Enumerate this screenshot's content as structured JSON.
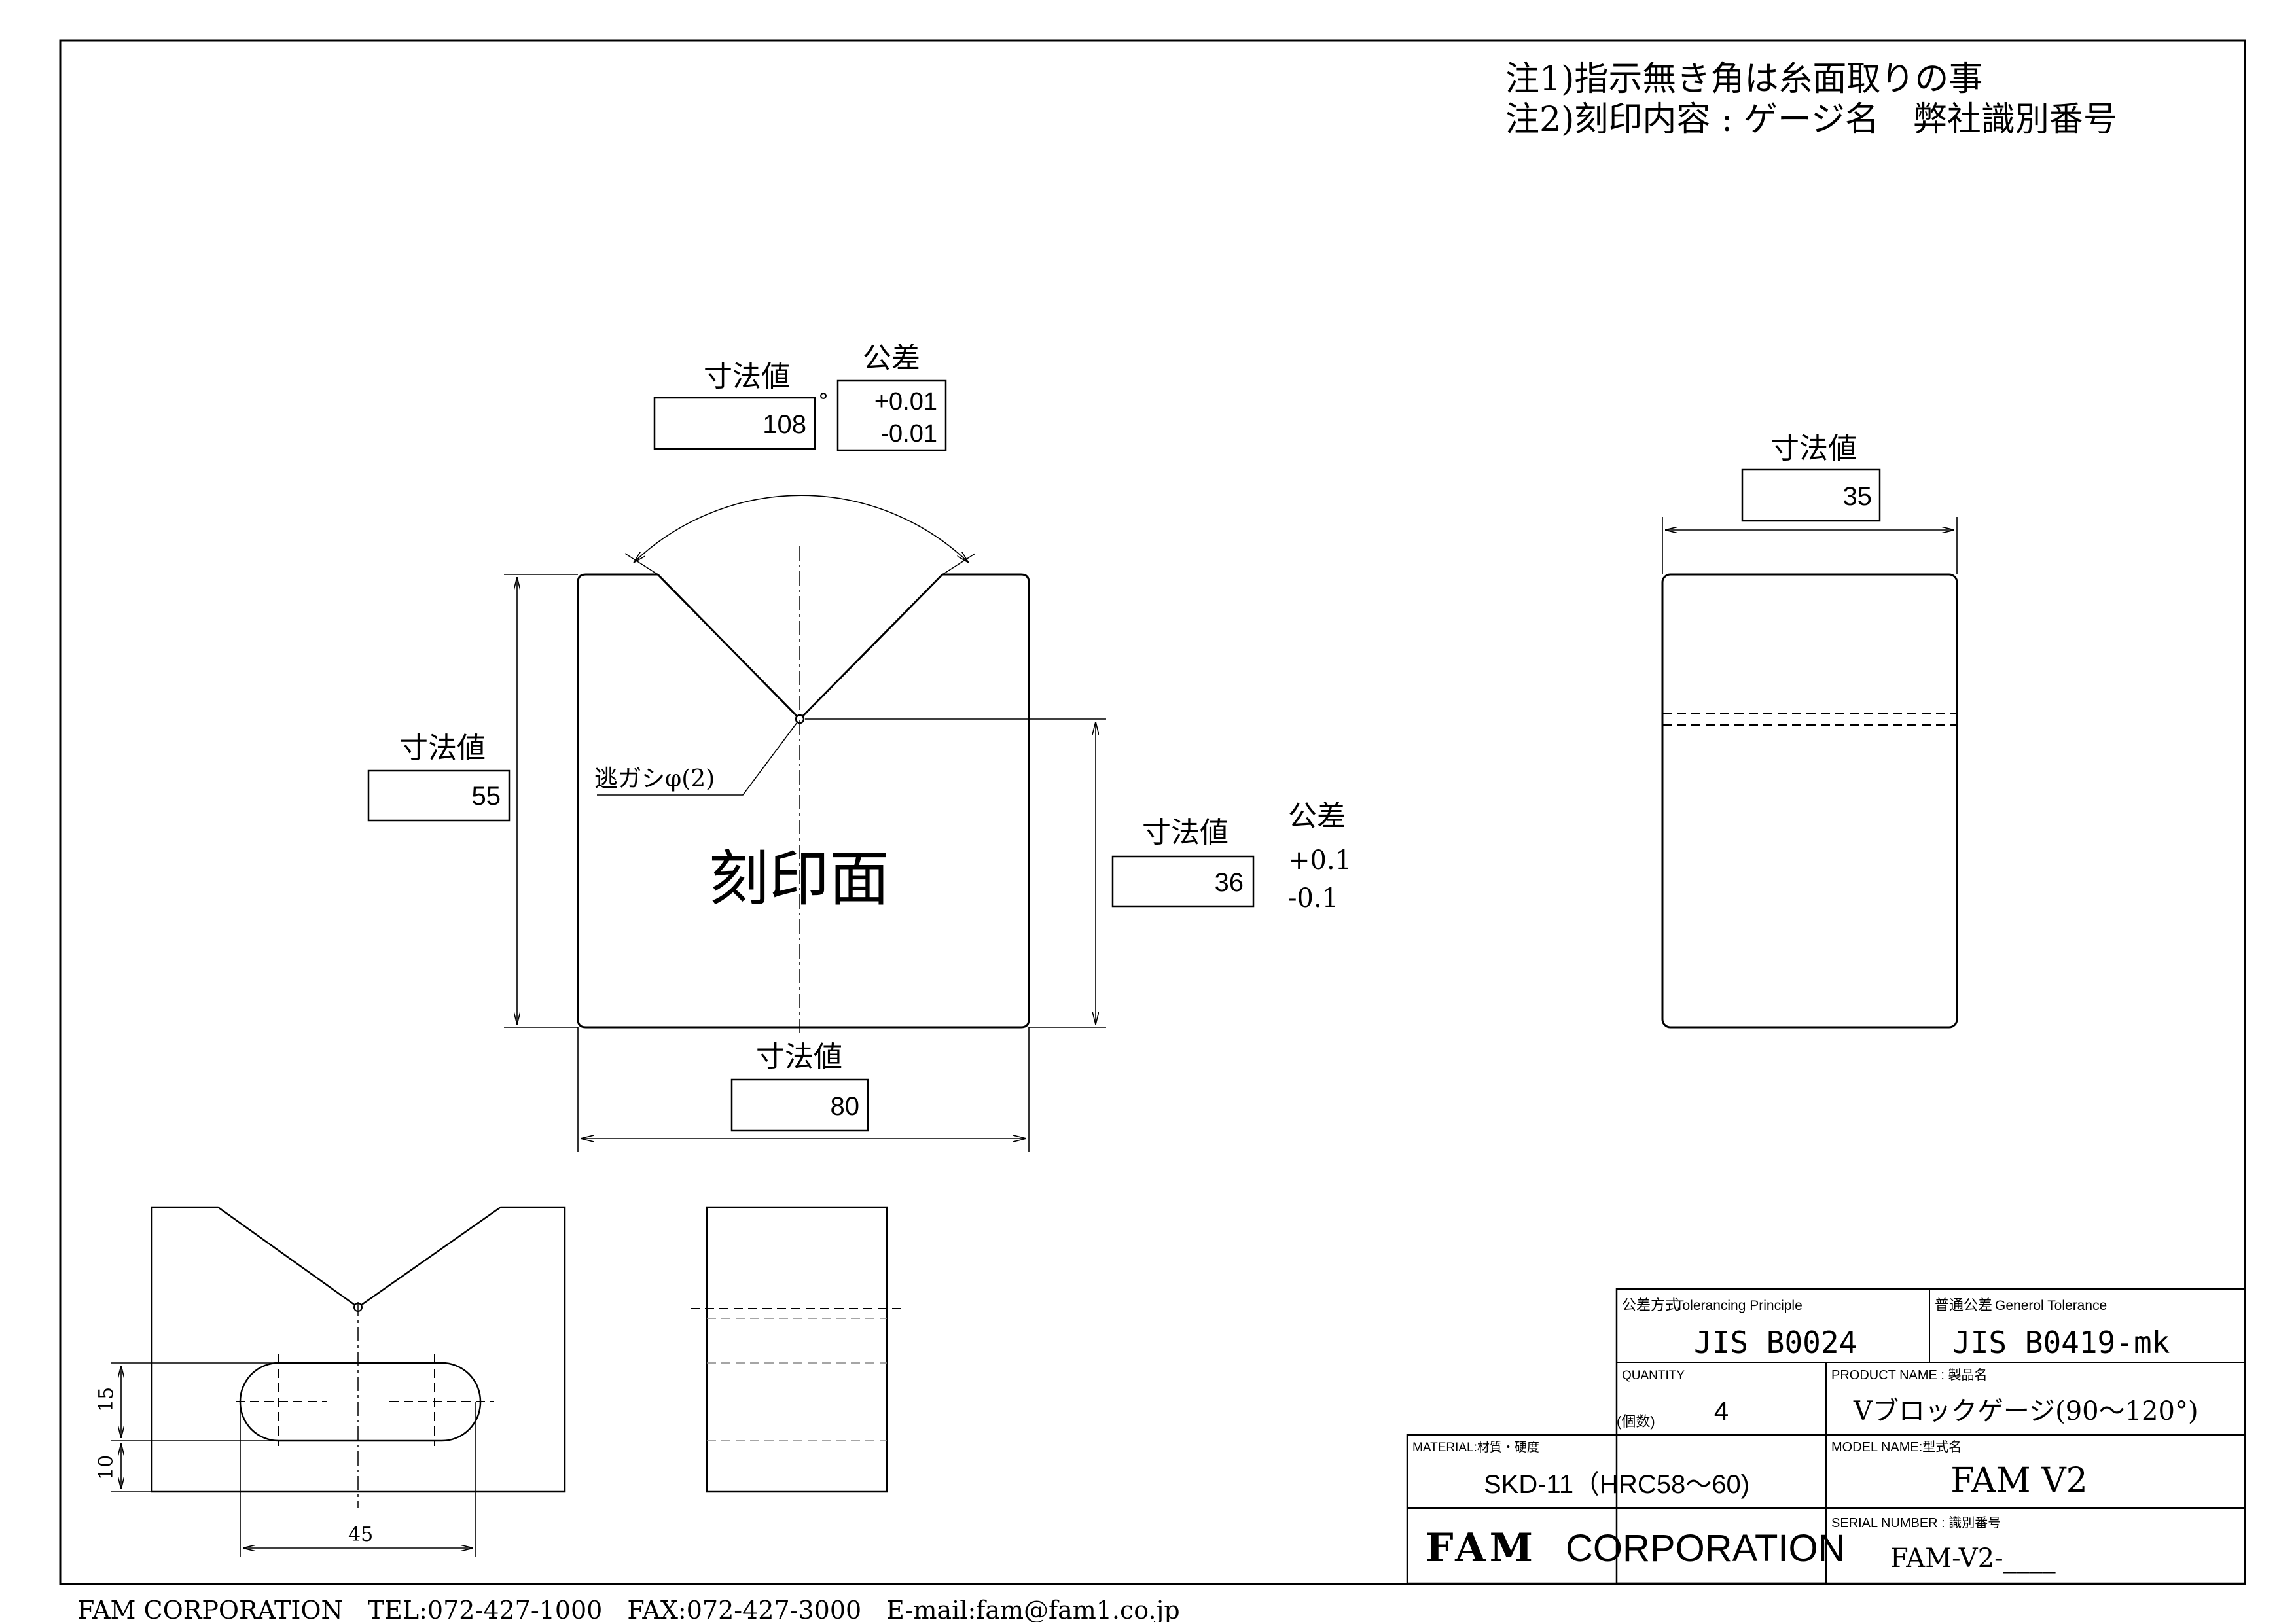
{
  "notes": {
    "note1": "注1)指示無き角は糸面取りの事",
    "note2": "注2)刻印内容 : ゲージ名　弊社識別番号"
  },
  "dimensions": {
    "angle": {
      "label": "寸法値",
      "value": "108",
      "unit": "°",
      "tol_label": "公差",
      "tol_plus": "+0.01",
      "tol_minus": "-0.01"
    },
    "height": {
      "label": "寸法値",
      "value": "55"
    },
    "vdepth": {
      "label": "寸法値",
      "value": "36",
      "tol_label": "公差",
      "tol_plus": "+0.1",
      "tol_minus": "-0.1"
    },
    "width": {
      "label": "寸法値",
      "value": "80"
    },
    "thickness": {
      "label": "寸法値",
      "value": "35"
    }
  },
  "annotations": {
    "relief": "逃ガシφ(2)",
    "stamp_face": "刻印面",
    "slot_15": "15",
    "slot_10": "10",
    "slot_45": "45"
  },
  "title_block": {
    "tolerancing_label": "公差方式",
    "tolerancing_label_en": "Tolerancing Principle",
    "tolerancing_value": "JIS B0024",
    "general_tol_label": "普通公差",
    "general_tol_label_en": "Generol Tolerance",
    "general_tol_value": "JIS B0419-mk",
    "quantity_label": "QUANTITY",
    "quantity_label_jp": "(個数)",
    "quantity_value": "4",
    "product_label": "PRODUCT NAME : 製品名",
    "product_value": "Vブロックゲージ(90～120°)",
    "material_label": "MATERIAL:材質・硬度",
    "material_value": "SKD-11（HRC58～60)",
    "model_label": "MODEL NAME:型式名",
    "model_value": "FAM V2",
    "company_bold": "FAM",
    "company_rest": "CORPORATION",
    "serial_label": "SERIAL NUMBER : 識別番号",
    "serial_value": "FAM-V2-____"
  },
  "footer": "FAM CORPORATION　TEL:072-427-1000　FAX:072-427-3000　E-mail:fam@fam1.co.jp"
}
